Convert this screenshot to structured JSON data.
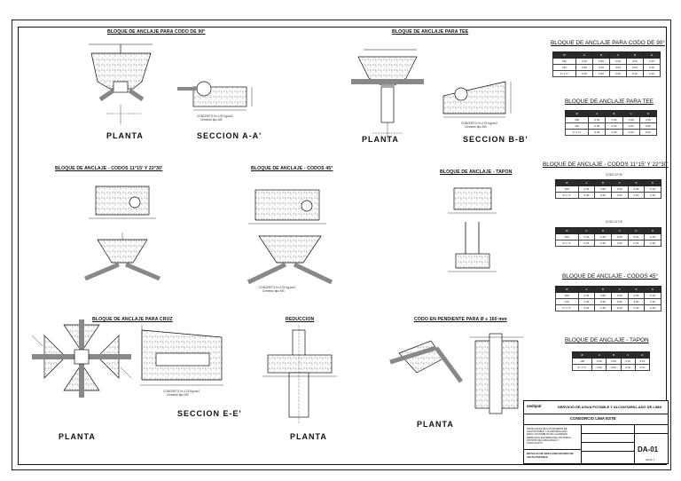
{
  "drawings": {
    "codo90": {
      "title": "BLOQUE DE ANCLAJE PARA CODO DE 90°",
      "plan_label": "PLANTA",
      "section_label": "SECCION A-A'",
      "note_1": "CONCRETO f'c=175 Kg/cm2",
      "note_2": "Cemento tipo MS"
    },
    "tee": {
      "title": "BLOQUE DE ANCLAJE PARA TEE",
      "plan_label": "PLANTA",
      "section_label": "SECCION B-B'",
      "note_1": "CONCRETO f'c=175 Kg/cm2",
      "note_2": "Cemento tipo MS"
    },
    "codos_11_22": {
      "title": "BLOQUE DE ANCLAJE - CODOS 11°15' Y 22°30'"
    },
    "codos_45": {
      "title": "BLOQUE DE ANCLAJE - CODOS 45°",
      "note_1": "CONCRETO f'c=175 Kg/cm2",
      "note_2": "Cemento tipo MS"
    },
    "tapon": {
      "title": "BLOQUE DE ANCLAJE - TAPON"
    },
    "cruz": {
      "title": "BLOQUE DE ANCLAJE PARA CRUZ",
      "plan_label": "PLANTA",
      "section_label": "SECCION E-E'",
      "note_1": "CONCRETO f'c=175 Kg/cm2",
      "note_2": "Cemento tipo MS"
    },
    "reduccion": {
      "title": "REDUCCION",
      "plan_label": "PLANTA"
    },
    "pendiente": {
      "title": "CODO EN PENDIENTE PARA Ø ≤ 160 mm",
      "plan_label": "PLANTA"
    }
  },
  "tables": {
    "codo90": {
      "title": "BLOQUE DE ANCLAJE PARA CODO DE 90°",
      "headers": [
        "Ø",
        "A",
        "B",
        "C",
        "D",
        "E"
      ],
      "rows": [
        [
          "160",
          "0.45",
          "0.50",
          "0.30",
          "0.60",
          "0.15"
        ],
        [
          "110",
          "0.35",
          "0.40",
          "0.25",
          "0.50",
          "0.15"
        ],
        [
          "3\"-1 ½\"",
          "0.25",
          "0.30",
          "0.20",
          "0.40",
          "0.10"
        ]
      ]
    },
    "tee": {
      "title": "BLOQUE DE ANCLAJE PARA TEE",
      "headers": [
        "Ø",
        "A",
        "B",
        "C",
        "D"
      ],
      "rows": [
        [
          "160",
          "0.45",
          "0.40",
          "0.30",
          "0.30"
        ],
        [
          "110",
          "0.35",
          "0.30",
          "0.25",
          "0.25"
        ],
        [
          "3\"-1 ½\"",
          "0.25",
          "0.20",
          "0.20",
          "0.20"
        ]
      ]
    },
    "codos_11_22": {
      "title": "BLOQUE DE ANCLAJE - CODOS 11°15' Y 22°30'",
      "sub_a": "CODO 22°30'",
      "sub_b": "CODO 11°15'",
      "headers": [
        "Ø",
        "A",
        "B",
        "C",
        "D",
        "E"
      ],
      "rows_a": [
        [
          "160",
          "0.45",
          "0.50",
          "0.30",
          "0.20",
          "0.15"
        ],
        [
          "3\"-1 ½\"",
          "0.30",
          "0.35",
          "0.20",
          "0.15",
          "0.10"
        ]
      ],
      "rows_b": [
        [
          "160",
          "0.40",
          "0.45",
          "0.25",
          "0.20",
          "0.15"
        ],
        [
          "3\"-1 ½\"",
          "0.25",
          "0.30",
          "0.20",
          "0.15",
          "0.10"
        ]
      ]
    },
    "codos_45": {
      "title": "BLOQUE DE ANCLAJE - CODOS 45°",
      "headers": [
        "Ø",
        "A",
        "B",
        "C",
        "D",
        "E"
      ],
      "rows": [
        [
          "160",
          "0.45",
          "0.50",
          "0.30",
          "0.60",
          "0.15"
        ],
        [
          "110",
          "0.35",
          "0.40",
          "0.25",
          "0.50",
          "0.15"
        ],
        [
          "3\"-1 ½\"",
          "0.25",
          "0.30",
          "0.20",
          "0.40",
          "0.10"
        ]
      ]
    },
    "tapon": {
      "title": "BLOQUE DE ANCLAJE - TAPON",
      "headers": [
        "Ø",
        "A",
        "B",
        "C",
        "D"
      ],
      "rows": [
        [
          "160",
          "0.40",
          "0.30",
          "0.15",
          "0.15"
        ],
        [
          "3\"-1 ½\"",
          "0.25",
          "0.20",
          "0.10",
          "0.10"
        ]
      ]
    }
  },
  "title_block": {
    "logo": "sedapal",
    "service": "SERVICIO DE AGUA POTABLE Y ALCANTARILLADO DE LIMA",
    "consorcio": "CONSORCIO LIMA ESTE",
    "description": "INSTALACION DE LOS SISTEMAS DE AGUA POTABLE Y ALCANTARILLADO PARA LOS PUEBLOS DE LA MARGEN DERECHA E IZQUIERDA DEL RIO RIMAC - DISTRITO DE LURIGANCHO Y CHACLACAYO",
    "detail": "DETALLE DE ANCLAJES EN RED DE AGUA POTABLE",
    "code": "DA-01",
    "sheet": "HOJA: 1"
  }
}
